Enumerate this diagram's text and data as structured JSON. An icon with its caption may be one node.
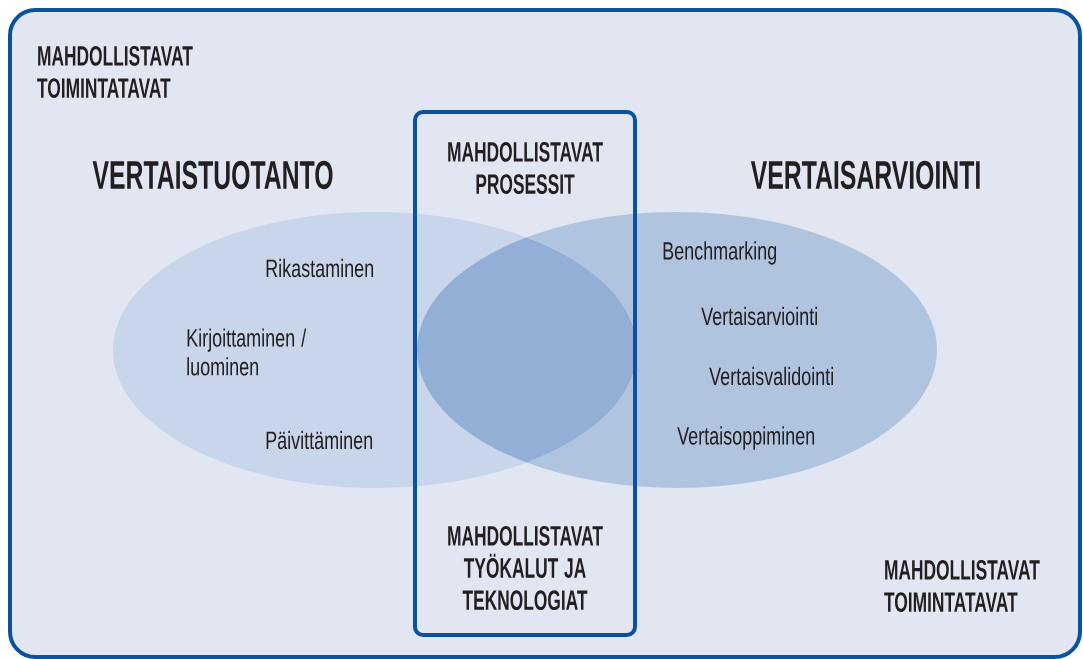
{
  "diagram": {
    "nodes": [
      {
        "text": [
          "MAHDOLLISTAVAT TOIMINTATAVAT",
          "MAHDOLLISTAVAT TOIMINTATAVAT"
        ]
      },
      {
        "text": [
          "VERTAISTUOTANTO",
          "Rikastaminen",
          "Kirjoittaminen / luominen",
          "Päivittäminen"
        ],
        "in": 0
      },
      {
        "text": [
          "MAHDOLLISTAVAT PROSESSIT",
          "MAHDOLLISTAVAT TYÖKALUT JA TEKNOLOGIAT"
        ],
        "in": 0
      },
      {
        "text": [
          "VERTAISARVIOINTI",
          "Benchmarking",
          "Vertaisarviointi",
          "Vertaisvalidointi",
          "Vertaisoppiminen"
        ],
        "in": 0
      }
    ]
  }
}
